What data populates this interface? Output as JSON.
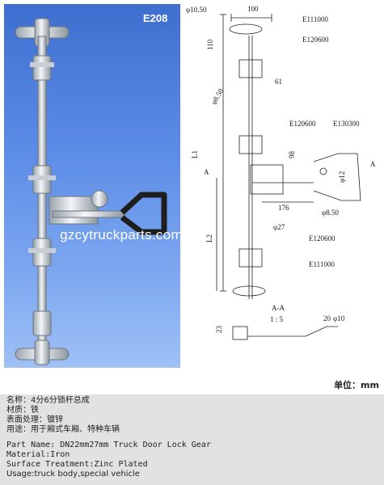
{
  "product_code": "E208",
  "watermark_url": "gzcytruckparts.com",
  "unit_label": "单位：mm",
  "drawing": {
    "dimensions": [
      "φ10.50",
      "100",
      "110",
      "61",
      "φ8.50",
      "98",
      "φ12",
      "176",
      "φ8.50",
      "φ27",
      "L1",
      "L2",
      "A",
      "A",
      "A-A",
      "1 : 5",
      "23",
      "20",
      "φ10"
    ],
    "part_labels": [
      "E111000",
      "E120600",
      "E120600",
      "E130300",
      "E120600",
      "E111000"
    ]
  },
  "footer": {
    "cn_name": "名称：4分6分锁杆总成",
    "cn_material": "材质：铁",
    "cn_surface": "表面处理：镀锌",
    "cn_usage": "用途：用于厢式车厢、特种车辆",
    "en_part_name": "Part Name: DN22mm27mm Truck Door Lock Gear",
    "en_material": "Material:Iron",
    "en_surface": "Surface Treatment:Zinc Plated",
    "en_usage": "Usage:truck body,special vehicle"
  },
  "colors": {
    "panel_top": "#3e6fd0",
    "panel_bottom": "#9ec0f6",
    "metal": "#d8dde2",
    "footer_bg": "#e2e2e2"
  }
}
